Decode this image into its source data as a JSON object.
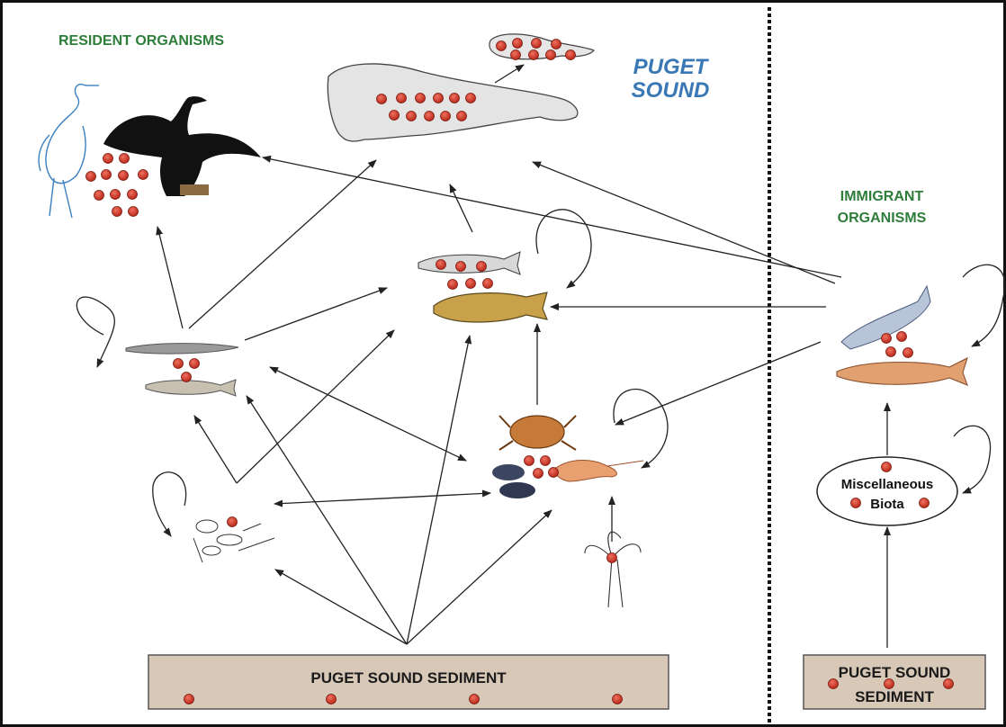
{
  "labels": {
    "resident": "RESIDENT ORGANISMS",
    "puget_line1": "PUGET",
    "puget_line2": "SOUND",
    "immigrant_line1": "IMMIGRANT",
    "immigrant_line2": "ORGANISMS",
    "misc_line1": "Miscellaneous",
    "misc_line2": "Biota",
    "sediment_main": "PUGET SOUND SEDIMENT",
    "sediment_small_line1": "PUGET SOUND",
    "sediment_small_line2": "SEDIMENT"
  },
  "organisms": {
    "birds": [
      "heron",
      "cormorant"
    ],
    "mammals": [
      "harbor-seal",
      "seal-pup"
    ],
    "forage_fish": [
      "sand-lance",
      "smelt"
    ],
    "demersal_fish": [
      "perch",
      "rockfish"
    ],
    "invertebrates": [
      "crab",
      "mussels",
      "shrimp"
    ],
    "plankton": [
      "zooplankton"
    ],
    "plants": [
      "kelp"
    ],
    "immigrant_fish": [
      "herring",
      "salmon"
    ]
  },
  "colors": {
    "contaminant_dot": "#d23a2a",
    "sediment_fill": "#d8c8b8",
    "resident_label": "#2e7d3a",
    "puget_label": "#3a78b5",
    "divider": "#111111"
  }
}
